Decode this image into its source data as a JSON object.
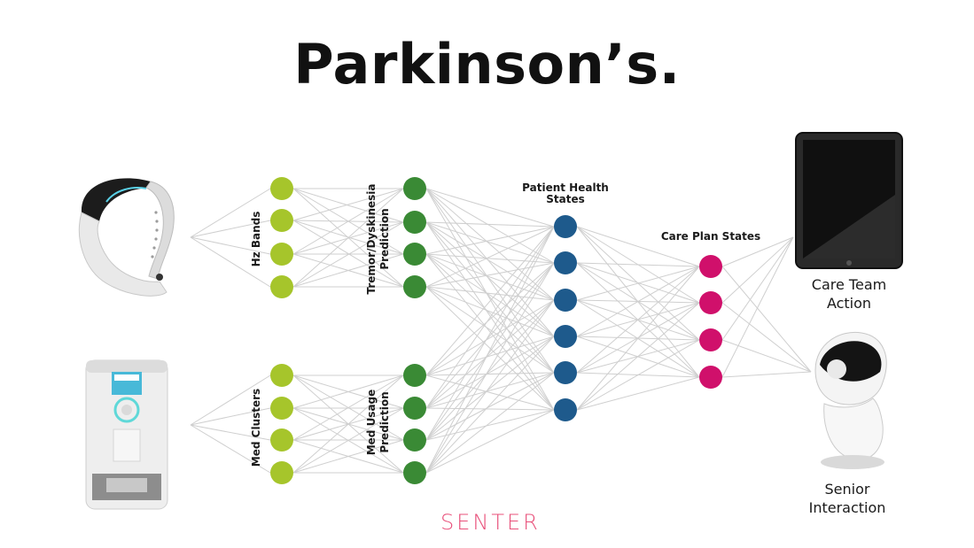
{
  "title": "Parkinson’s.",
  "layers": {
    "hz_bands": "Hz Bands",
    "med_clusters": "Med Clusters",
    "tremor_line1": "Tremor/Dyskinesia",
    "tremor_line2": "Prediction",
    "med_usage_line1": "Med Usage",
    "med_usage_line2": "Prediction",
    "patient_line1": "Patient Health",
    "patient_line2": "States",
    "care_plan": "Care Plan States"
  },
  "outputs": {
    "care_team_line1": "Care Team",
    "care_team_line2": "Action",
    "senior_line1": "Senior",
    "senior_line2": "Interaction"
  },
  "brand": "SENTER",
  "colors": {
    "lime": "#a6c52b",
    "green": "#3a8a35",
    "blue": "#1e5a8c",
    "magenta": "#d0106b",
    "edge": "#cfcfcf",
    "brand": "#e8507a"
  }
}
